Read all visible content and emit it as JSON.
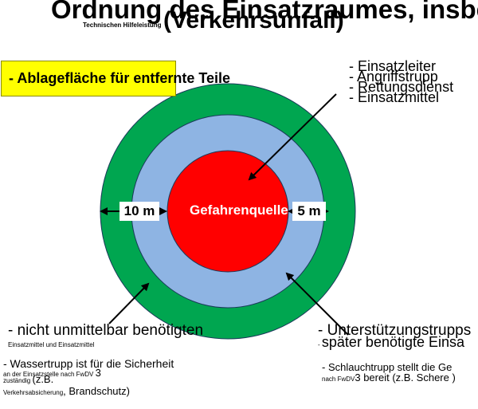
{
  "title": {
    "line1": "Ordnung des Einsatzraumes, insbe",
    "line2": "(Verkehrsunfall)",
    "subtitle": "Technischen Hilfeleistung"
  },
  "ablage": {
    "label": "- Ablagefläche für entfernte Teile",
    "color": "#ffff00"
  },
  "rings": {
    "outer_color": "#00a650",
    "middle_color": "#8eb4e3",
    "inner_color": "#ff0000",
    "center_label": "Gefahrenquelle",
    "outer_distance": "10 m",
    "inner_distance": "5 m"
  },
  "top_right": {
    "item1": "- Einsatzleiter",
    "item2": "- Angriffstrupp",
    "item3": "- Rettungsdienst",
    "item4": "- Einsatzmittel"
  },
  "bottom_left": {
    "main": "- nicht unmittelbar benötigten",
    "sub": "Einsatzmittel und Einsatzmittel",
    "wasser": "- Wassertrupp ist für die Sicherheit",
    "fwdv_small": "an der Einsatzstelle nach FwDV",
    "fwdv_big": "3",
    "zust_small": "zuständig",
    "zust_big": "(z.B.",
    "verk_small": "Verkehrsabsicherung",
    "verk_big": ", Brandschutz)"
  },
  "bottom_right": {
    "main": "- Unterstützungstrupps",
    "sub_small": "-",
    "sub_big": "später benötigte Einsa",
    "schlauch": "- Schlauchtrupp stellt die Ge",
    "fwdv_small": "nach FwDV",
    "fwdv_big": "3 bereit (z.B. Schere )"
  }
}
